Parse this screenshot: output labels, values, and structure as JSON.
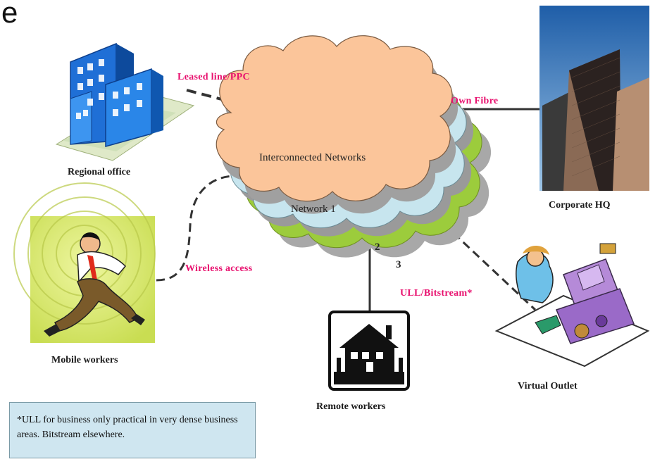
{
  "slide": {
    "corner_letter": "e"
  },
  "cloud": {
    "title": "Interconnected Networks",
    "network": "Network 1",
    "layer_2": "2",
    "layer_3": "3"
  },
  "links": {
    "leased": "Leased line/PPC",
    "own_fibre": "Own Fibre",
    "wireless": "Wireless access",
    "ull": "ULL/Bitstream*"
  },
  "nodes": {
    "regional": "Regional office",
    "corporate": "Corporate HQ",
    "mobile": "Mobile workers",
    "remote": "Remote workers",
    "virtual": "Virtual Outlet"
  },
  "note": "*ULL for business only practical in very dense business areas. Bitstream elsewhere.",
  "colors": {
    "cloud_front": "#fbc59a",
    "cloud_mid": "#c7e5ee",
    "cloud_back": "#9ccc3c",
    "cloud_shadow": "#a8a8a8",
    "label_pink": "#e8106e",
    "note_bg": "#cfe6f0"
  }
}
